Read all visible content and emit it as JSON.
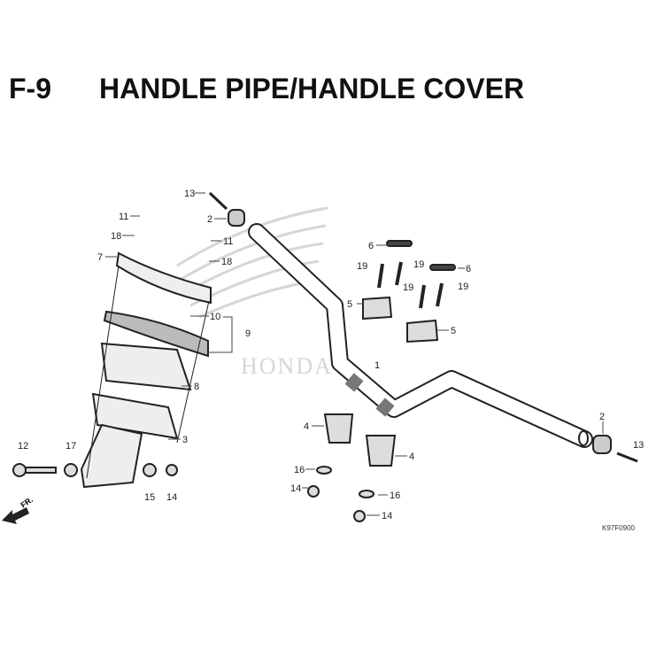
{
  "header": {
    "figure_number": "F-9",
    "title": "HANDLE PIPE/HANDLE COVER"
  },
  "diagram_code": "K97F0900",
  "front_indicator": "FR.",
  "watermark": "HONDA",
  "callouts": [
    "13",
    "2",
    "11",
    "18",
    "11",
    "18",
    "7",
    "10",
    "9",
    "8",
    "3",
    "12",
    "17",
    "15",
    "14",
    "4",
    "16",
    "14",
    "6",
    "19",
    "19",
    "6",
    "19",
    "19",
    "5",
    "5",
    "1",
    "4",
    "16",
    "14",
    "2",
    "13"
  ],
  "colors": {
    "line": "#222222",
    "watermark": "#d8d8d8"
  }
}
